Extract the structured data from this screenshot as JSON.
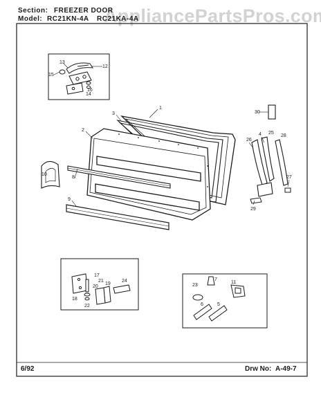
{
  "header": {
    "section_label": "Section:",
    "section_value": "FREEZER DOOR",
    "model_label": "Model:",
    "model_value_1": "RC21KN-4A",
    "model_value_2": "RC21KA-4A"
  },
  "watermark": "AppliancePartsPros.com",
  "footer": {
    "date": "6/92",
    "drawing_label": "Drw No:",
    "drawing_number": "A-49-7"
  },
  "callouts": {
    "c1": "1",
    "c2": "2",
    "c3": "3",
    "c4": "4",
    "c5": "5",
    "c6": "6",
    "c7": "7",
    "c8": "8",
    "c9": "9",
    "c10": "10",
    "c11": "11",
    "c12": "12",
    "c13": "13",
    "c14": "14",
    "c15": "15",
    "c16": "16",
    "c17": "17",
    "c18": "18",
    "c19": "19",
    "c20": "20",
    "c21": "21",
    "c22": "22",
    "c23": "23",
    "c24": "24",
    "c25": "25",
    "c26": "26",
    "c27": "27",
    "c28": "28",
    "c29": "29",
    "c30": "30"
  }
}
